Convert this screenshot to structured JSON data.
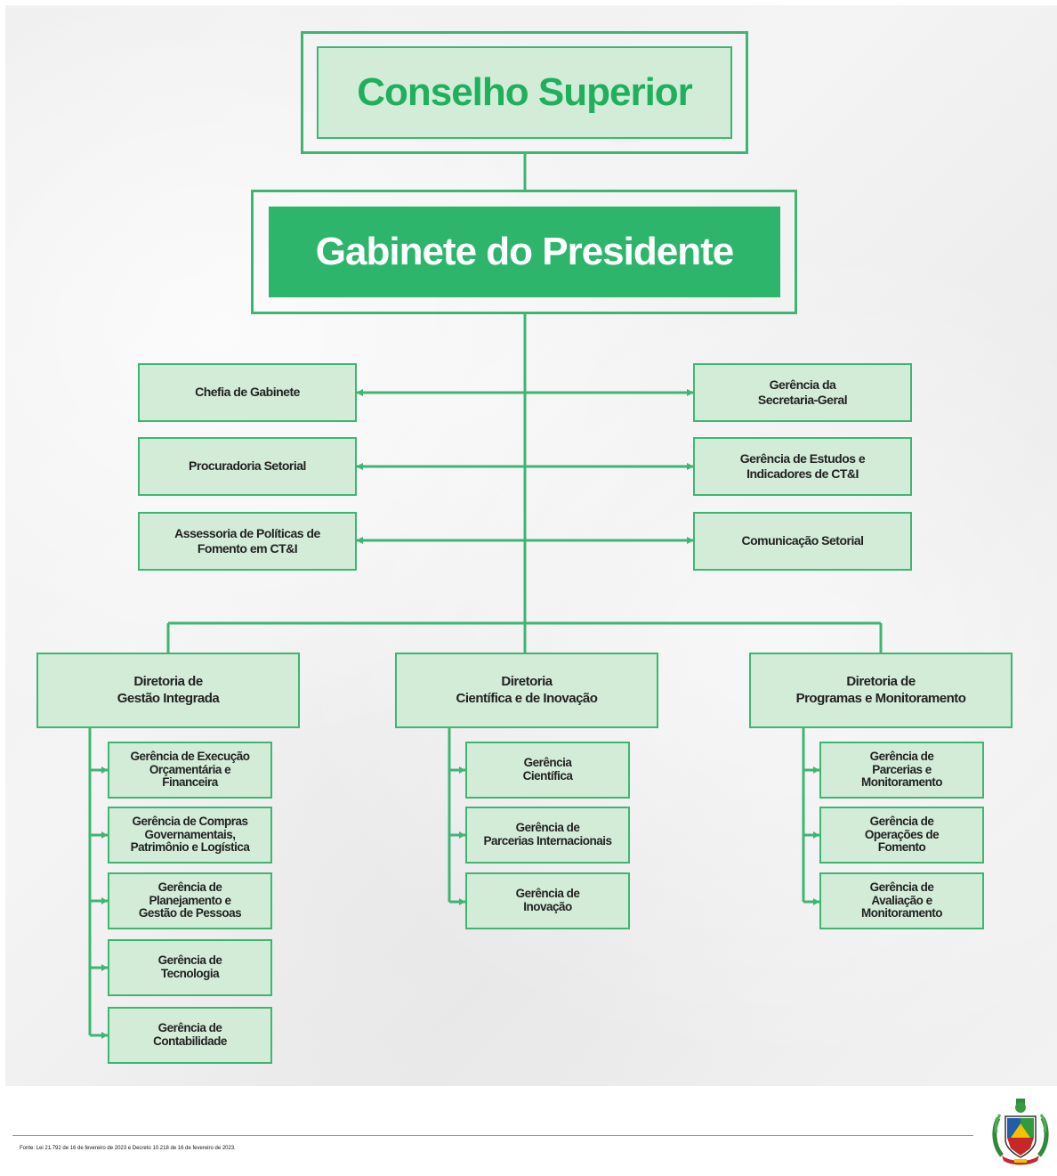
{
  "top": {
    "title": "Conselho Superior"
  },
  "gabinete": {
    "title": "Gabinete do Presidente"
  },
  "left_units": [
    "Chefia de Gabinete",
    "Procuradoria  Setorial",
    "Assessoria de Políticas de\nFomento em CT&I"
  ],
  "right_units": [
    "Gerência da\nSecretaria-Geral",
    "Gerência de Estudos e\nIndicadores de CT&I",
    "Comunicação Setorial"
  ],
  "directorates": [
    {
      "name": "Diretoria de\nGestão Integrada",
      "units": [
        "Gerência de Execução\nOrçamentária e\nFinanceira",
        "Gerência de Compras\nGovernamentais,\nPatrimônio e Logística",
        "Gerência de\nPlanejamento e\nGestão de Pessoas",
        "Gerência de\nTecnologia",
        "Gerência de\nContabilidade"
      ]
    },
    {
      "name": "Diretoria\nCientífica e de Inovação",
      "units": [
        "Gerência\nCientífica",
        "Gerência de\nParcerias Internacionais",
        "Gerência de\nInovação"
      ]
    },
    {
      "name": "Diretoria de\nProgramas e Monitoramento",
      "units": [
        "Gerência de\nParcerias e\nMonitoramento",
        "Gerência de\nOperações de\nFomento",
        "Gerência de\nAvaliação e\nMonitoramento"
      ]
    }
  ],
  "footer": {
    "source": "Fonte: Lei 21.792 de 16 de fevereiro de 2023 e Decreto 10.218 de 16 de fevereiro de 2023."
  },
  "colors": {
    "accent": "#2eb56c",
    "line": "#3eb672",
    "box_fill": "#d3ecd8",
    "title_text": "#1fb05d"
  }
}
